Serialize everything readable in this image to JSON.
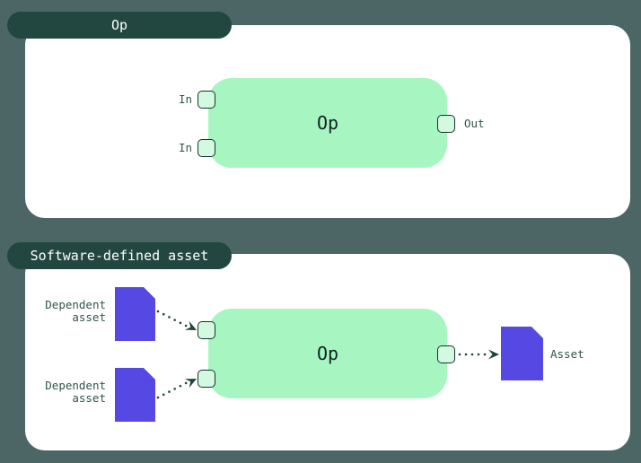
{
  "colors": {
    "background": "#4c6665",
    "tab-bg": "#224740",
    "tab-text": "#ffffff",
    "panel-bg": "#ffffff",
    "node-fill": "#a7f6c2",
    "port-fill": "#d3fae0",
    "stroke-dark": "#16312d",
    "node-text": "#12231f",
    "label-text": "#31544e",
    "asset-fill": "#5649e3",
    "arrow": "#1d443d"
  },
  "op_panel": {
    "tab_label": "Op",
    "node_label": "Op",
    "inputs": [
      "In",
      "In"
    ],
    "output_label": "Out"
  },
  "sda_panel": {
    "tab_label": "Software-defined asset",
    "node_label": "Op",
    "dependent_assets": [
      "Dependent\nasset",
      "Dependent\nasset"
    ],
    "output_asset_label": "Asset"
  }
}
